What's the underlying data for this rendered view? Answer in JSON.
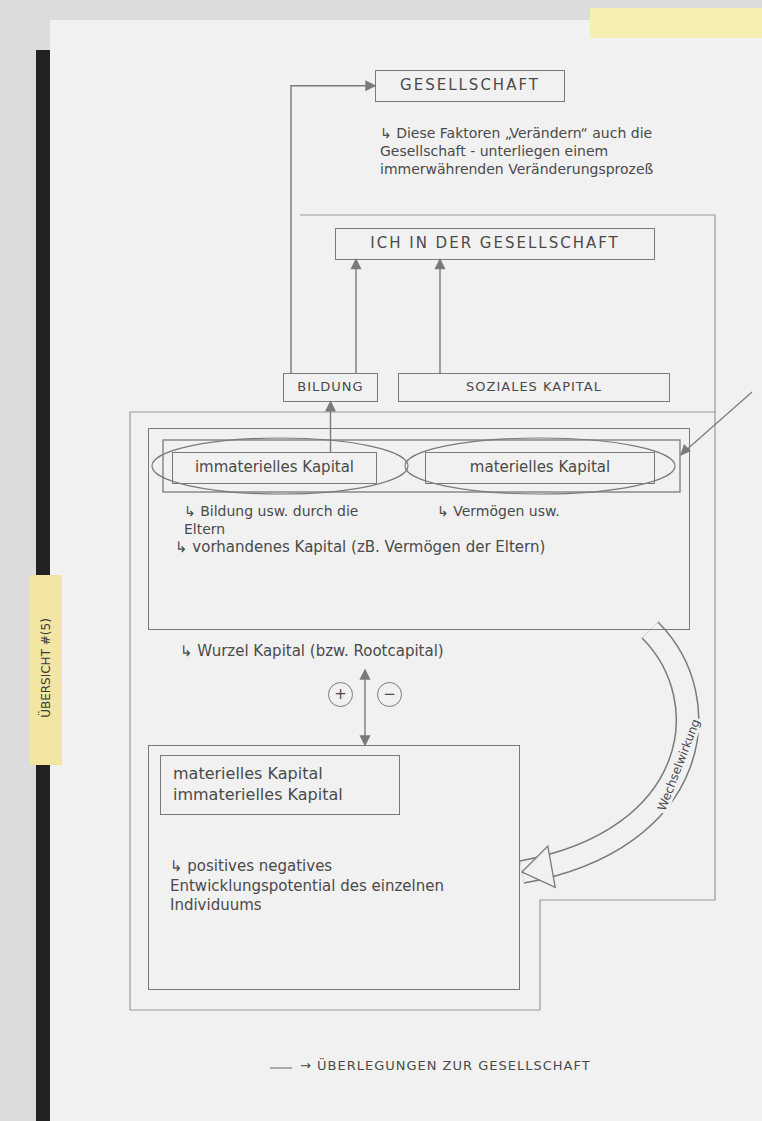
{
  "diagram": {
    "caption": "→ ÜBERLEGUNGEN ZUR GESELLSCHAFT",
    "nodes": [
      {
        "text": [
          "GESELLSCHAFT"
        ]
      },
      {
        "text": [
          "ICH IN DER GESELLSCHAFT"
        ]
      },
      {
        "text": [
          "BILDUNG"
        ]
      },
      {
        "text": [
          "SOZIALES KAPITAL"
        ]
      },
      {
        "text": [
          "↳ vorhandenes Kapital (zB. Vermögen der Eltern)",
          "↳ Wurzel Kapital (bzw. Rootcapital)"
        ]
      },
      {
        "text": [
          "immaterielles Kapital",
          "↳ Bildung usw. durch die Eltern"
        ],
        "in": 4
      },
      {
        "text": [
          "materielles Kapital",
          "↳ Vermögen usw."
        ],
        "in": 4
      },
      {
        "text": [
          "↳ positives negatives Entwicklungspotential des einzelnen Individuums"
        ]
      },
      {
        "text": [
          "materielles Kapital",
          "immaterielles Kapital"
        ],
        "in": 7
      }
    ],
    "edges": [
      {
        "from": 2,
        "to": 0,
        "arrow": "to"
      },
      {
        "from": 2,
        "to": 1,
        "arrow": "to"
      },
      {
        "from": 3,
        "to": 1,
        "arrow": "to"
      },
      {
        "from": 5,
        "to": 2,
        "arrow": "to"
      },
      {
        "from": 4,
        "to": 7,
        "arrow": "both"
      },
      {
        "from": 4,
        "to": 7,
        "label": "Wechselwirkung",
        "arrow": "to"
      }
    ],
    "labels": [
      "↳ Diese Faktoren „Verändern“ auch die Gesellschaft - unterliegen einem immerwährenden Veränderungsprozeß",
      "+",
      "−",
      "ÜBERSICHT #(5)"
    ]
  }
}
